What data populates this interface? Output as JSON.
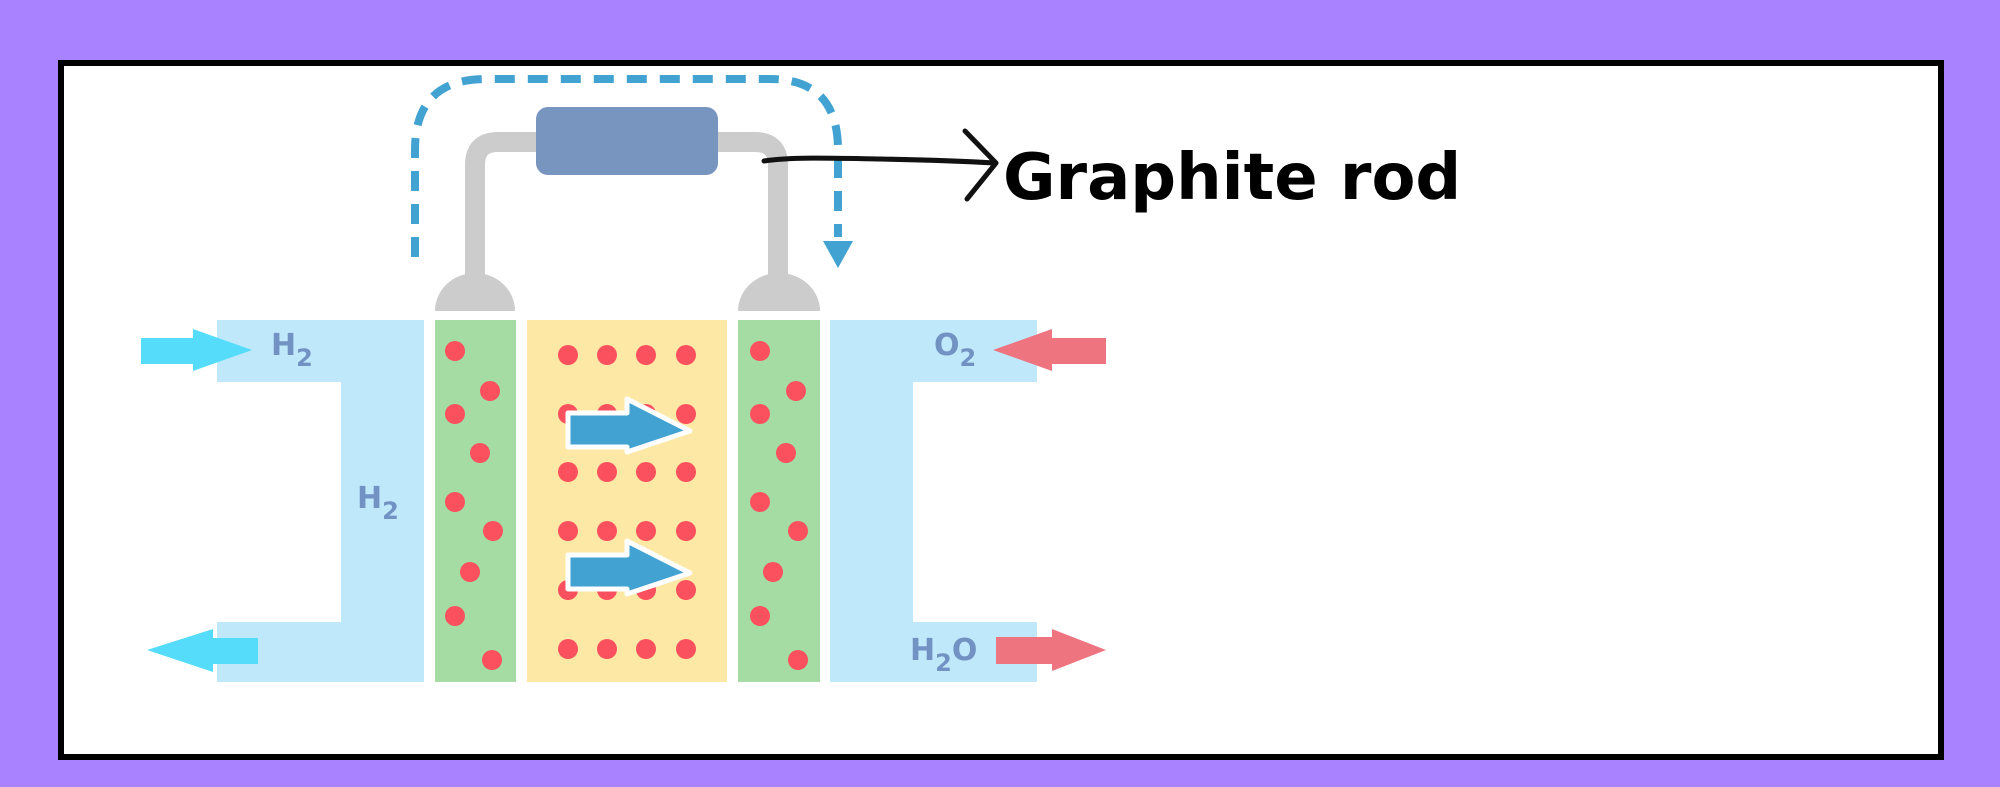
{
  "labels": {
    "h2_top": "H",
    "h2_top_sub": "2",
    "h2_mid": "H",
    "h2_mid_sub": "2",
    "o2_top": "O",
    "o2_top_sub": "2",
    "h2o_h": "H",
    "h2o_sub": "2",
    "h2o_o": "O",
    "graphite_rod": "Graphite rod"
  },
  "colors": {
    "background": "#a982ff",
    "channel": "#bfe9fb",
    "electrode": "#a5dca4",
    "electrolyte": "#fde8a6",
    "ion": "#fb505e",
    "rod": "#7895c0",
    "wire": "#cccccc",
    "current": "#42a2d1",
    "h2_arrow": "#54dcfa",
    "o2_arrow": "#ee747f",
    "gas_label": "#7292c3"
  },
  "icons": [
    "dashed-current-arrow",
    "ion-flow-arrow",
    "gas-inlet-arrow",
    "gas-outlet-arrow"
  ]
}
